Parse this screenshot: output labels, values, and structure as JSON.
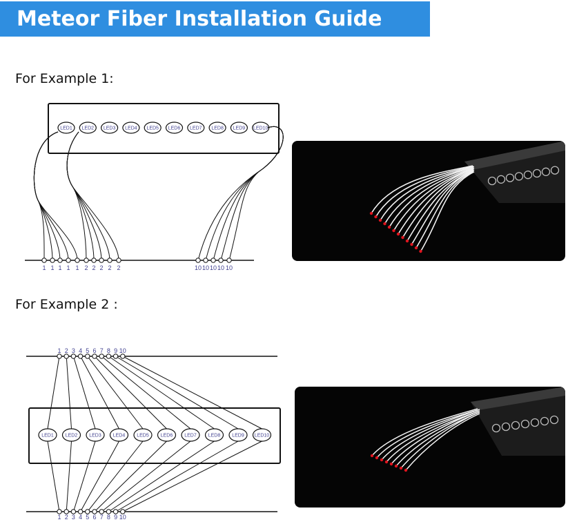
{
  "title": "Meteor Fiber Installation Guide",
  "example1": {
    "heading": "For Example 1:",
    "leds": [
      "LED1",
      "LED2",
      "LED3",
      "LED4",
      "LED5",
      "LED6",
      "LED7",
      "LED8",
      "LED9",
      "LED10"
    ],
    "bottom_labels": [
      "1",
      "1",
      "1",
      "1",
      "1",
      "2",
      "2",
      "2",
      "2",
      "2",
      "10",
      "10",
      "10",
      "10",
      "10"
    ]
  },
  "example2": {
    "heading": "For Example 2 :",
    "leds": [
      "LED1",
      "LED2",
      "LED3",
      "LED4",
      "LED5",
      "LED6",
      "LED7",
      "LED8",
      "LED9",
      "LED10"
    ],
    "top_labels": [
      "1",
      "2",
      "3",
      "4",
      "5",
      "6",
      "7",
      "8",
      "9",
      "10"
    ],
    "bottom_labels": [
      "1",
      "2",
      "3",
      "4",
      "5",
      "6",
      "7",
      "8",
      "9",
      "10"
    ]
  },
  "colors": {
    "title_bg": "#2f8ee0",
    "label": "#3f3f8f",
    "fiber_tip": "#e0141e"
  }
}
